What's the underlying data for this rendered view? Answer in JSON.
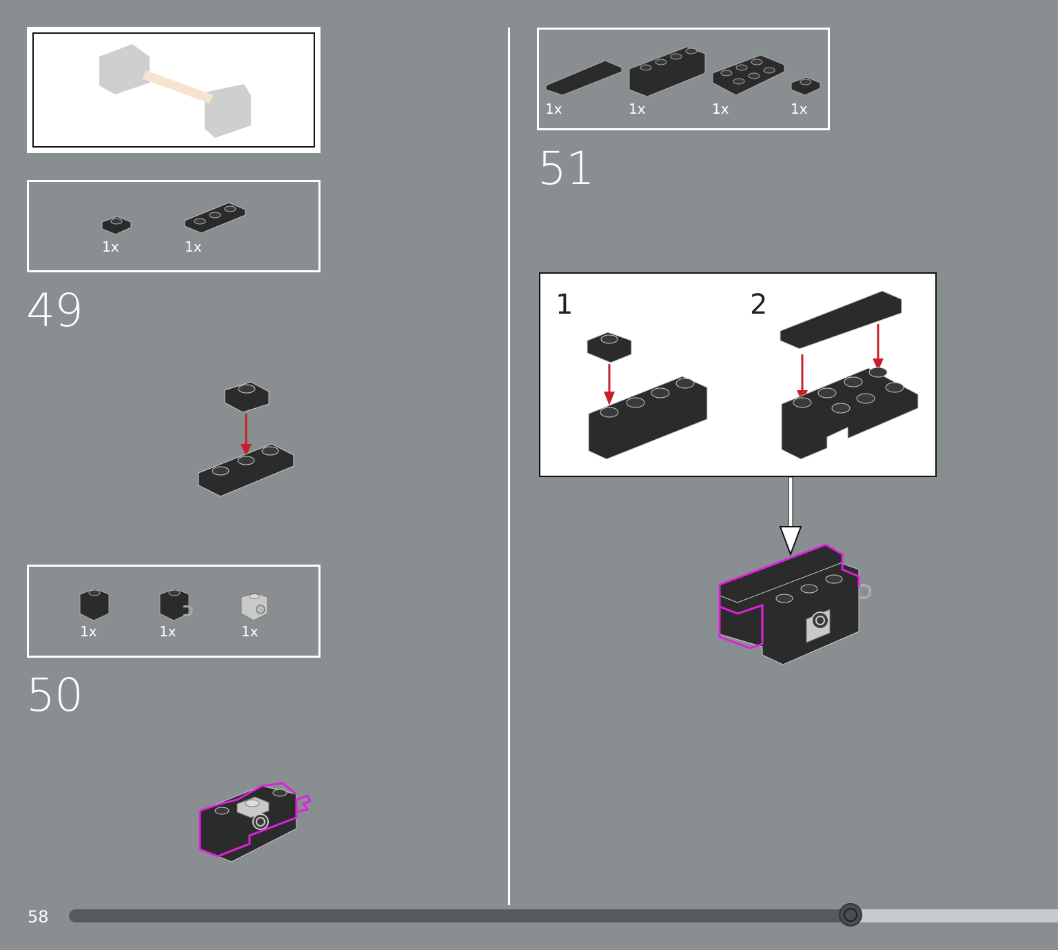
{
  "page": {
    "number": "58"
  },
  "progress": {
    "fraction": 0.79,
    "filled_color": "#555a5c",
    "empty_color": "#c8cbcc",
    "knob_color": "#4a4e50"
  },
  "colors": {
    "background": "#898f91",
    "brick": "#2b2b2b",
    "arrow": "#c8202b",
    "highlight": "#e020e0"
  },
  "steps": [
    {
      "number": "49",
      "parts": [
        {
          "qty": "1x",
          "icon": "plate-1x1-icon"
        },
        {
          "qty": "1x",
          "icon": "plate-1x3-icon"
        }
      ]
    },
    {
      "number": "50",
      "parts": [
        {
          "qty": "1x",
          "icon": "brick-1x1-icon"
        },
        {
          "qty": "1x",
          "icon": "brick-1x1-clip-icon"
        },
        {
          "qty": "1x",
          "icon": "brick-1x1-stud-side-icon"
        }
      ]
    },
    {
      "number": "51",
      "parts": [
        {
          "qty": "1x",
          "icon": "tile-1x4-icon"
        },
        {
          "qty": "1x",
          "icon": "brick-1x4-icon"
        },
        {
          "qty": "1x",
          "icon": "plate-2x3-icon"
        },
        {
          "qty": "1x",
          "icon": "plate-1x1-icon"
        }
      ],
      "substeps": [
        {
          "number": "1"
        },
        {
          "number": "2"
        }
      ]
    }
  ]
}
